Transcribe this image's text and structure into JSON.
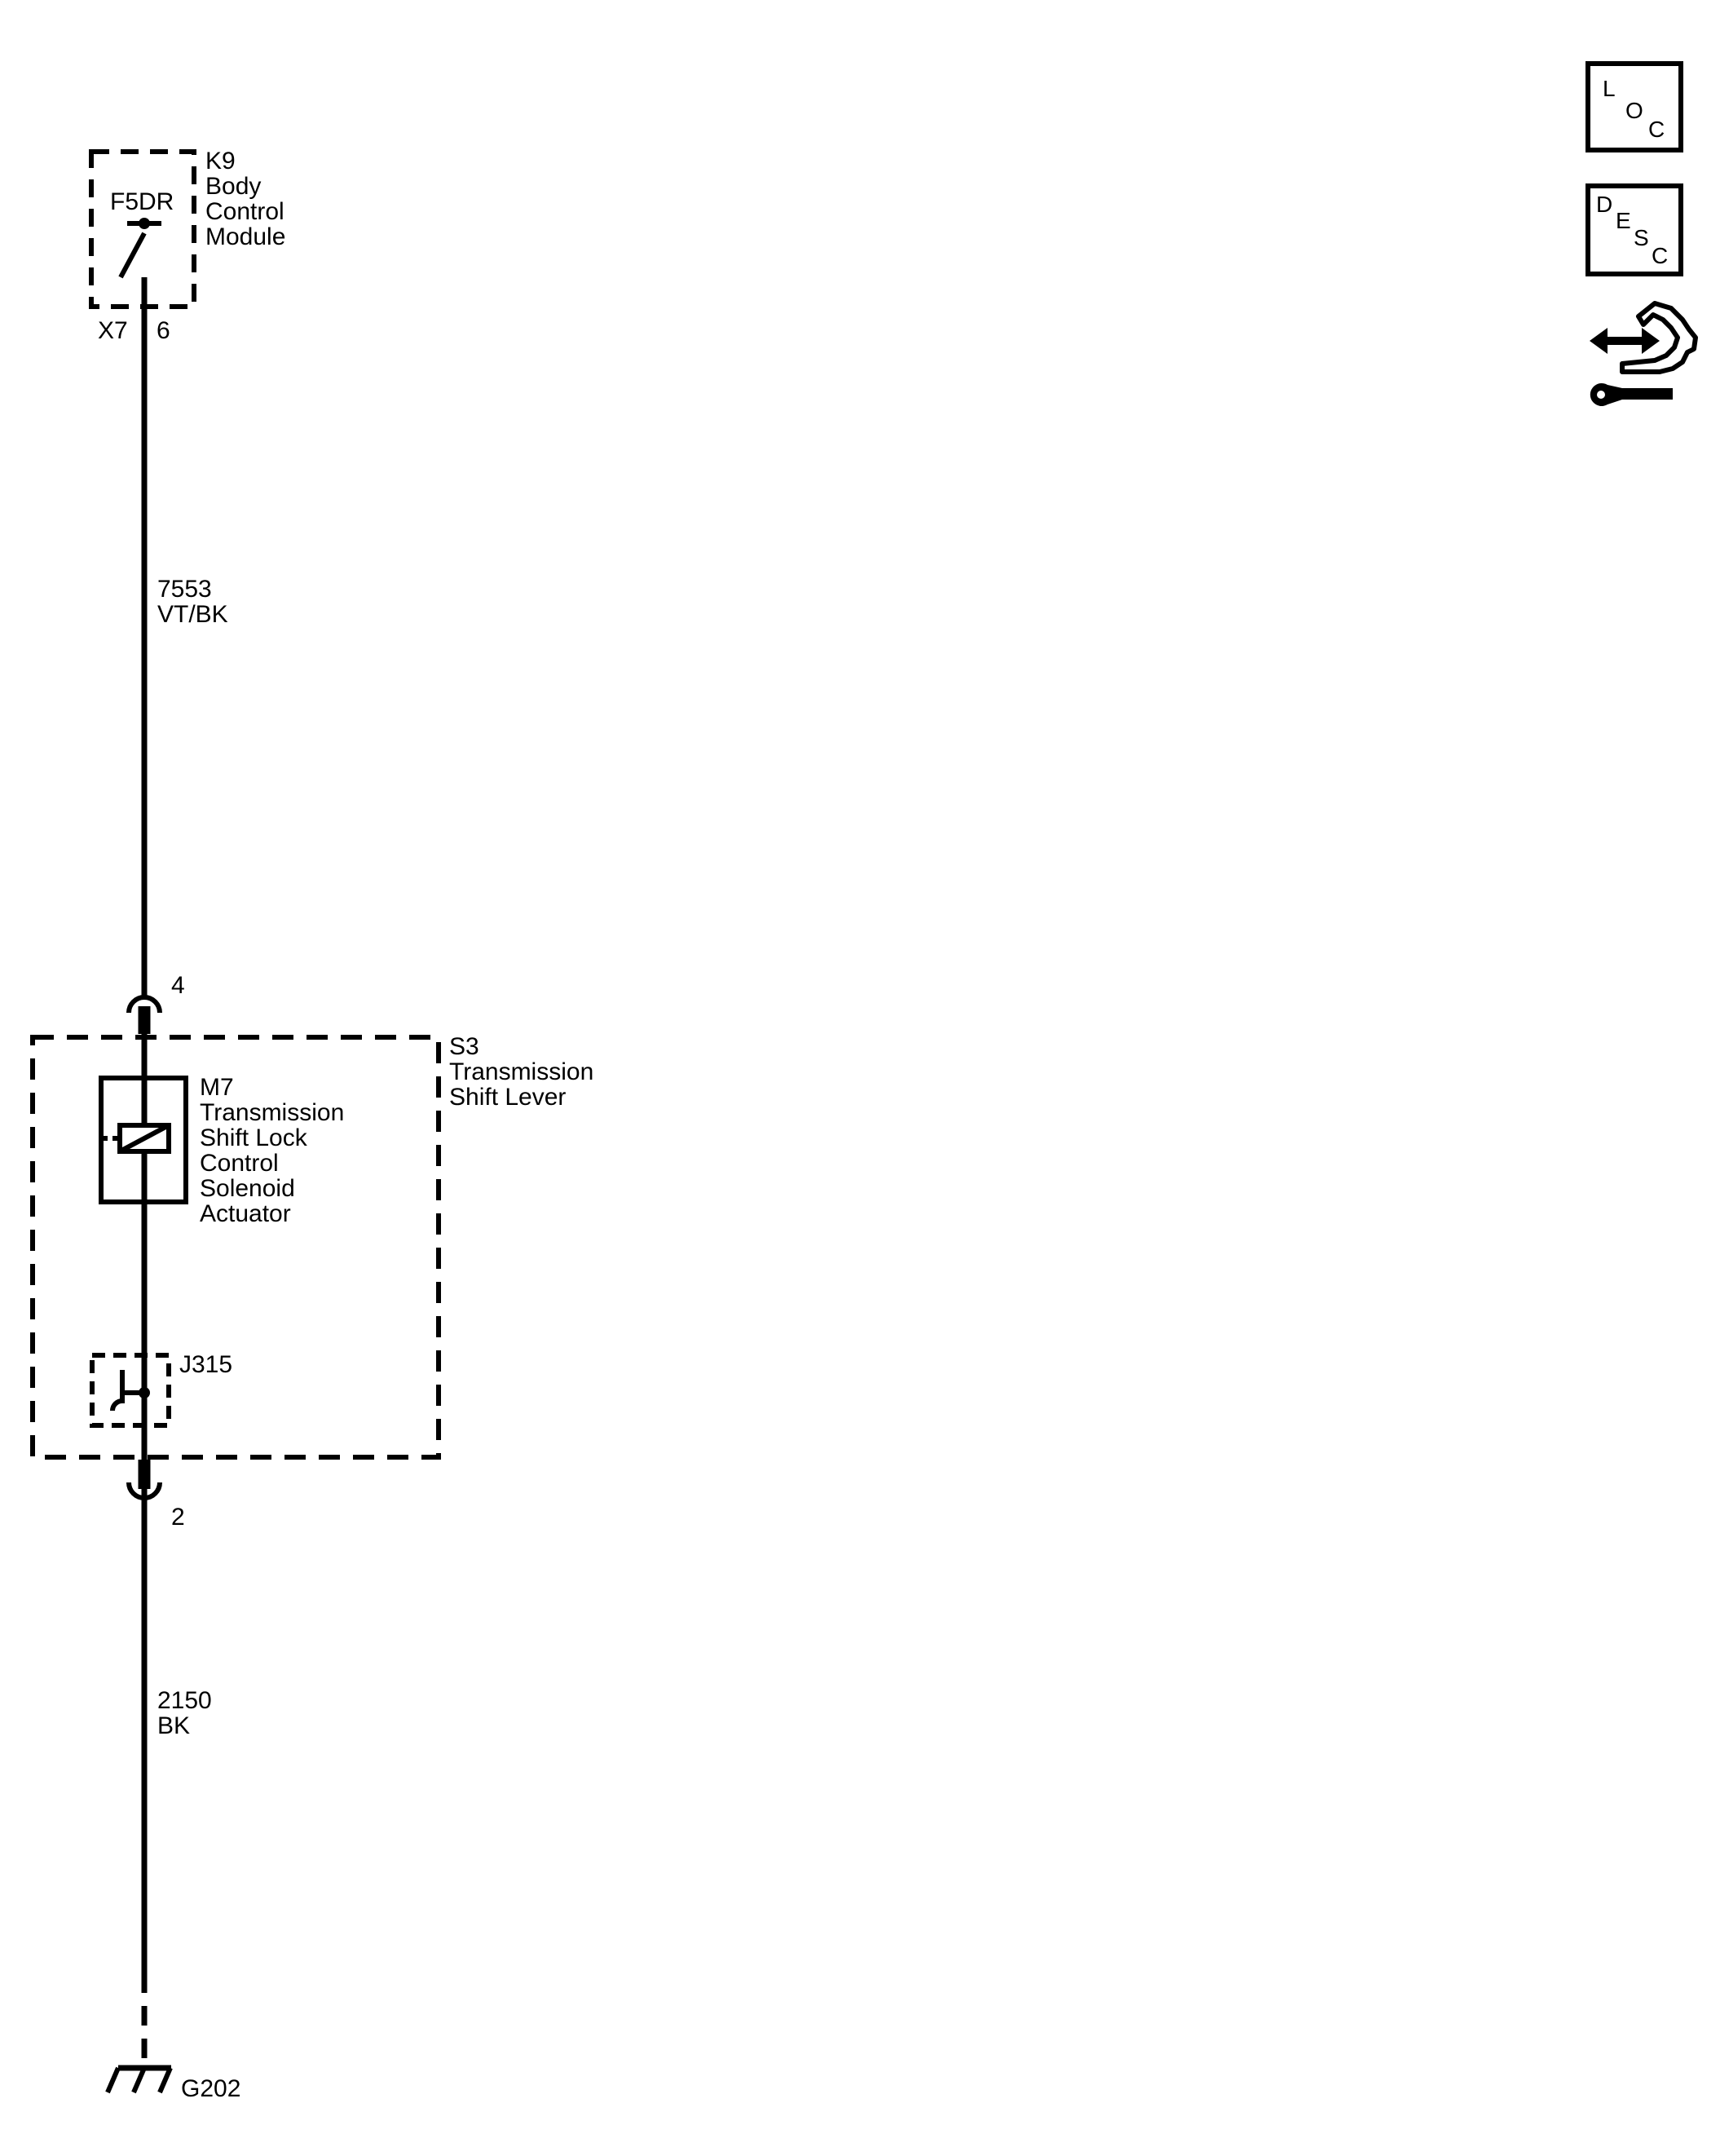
{
  "module": {
    "ref": "K9",
    "name_lines": [
      "Body",
      "Control",
      "Module"
    ],
    "switch_label": "F5DR",
    "connector": "X7",
    "pin": "6"
  },
  "wire_top": {
    "circuit": "7553",
    "color": "VT/BK"
  },
  "pin_top": "4",
  "shift_lever": {
    "ref": "S3",
    "name_lines": [
      "Transmission",
      "Shift Lever"
    ]
  },
  "solenoid": {
    "ref": "M7",
    "name_lines": [
      "Transmission",
      "Shift Lock",
      "Control",
      "Solenoid",
      "Actuator"
    ]
  },
  "jumper": {
    "ref": "J315"
  },
  "pin_bottom": "2",
  "wire_bottom": {
    "circuit": "2150",
    "color": "BK"
  },
  "ground": {
    "ref": "G202"
  },
  "icons": {
    "loc": {
      "name": "loc-icon",
      "letters": [
        "L",
        "O",
        "C"
      ]
    },
    "desc": {
      "name": "desc-icon",
      "letters": [
        "D",
        "E",
        "S",
        "C"
      ]
    },
    "service": {
      "name": "hand-wrench-icon"
    }
  },
  "colors": {
    "ink": "#000000",
    "paper": "#ffffff"
  }
}
